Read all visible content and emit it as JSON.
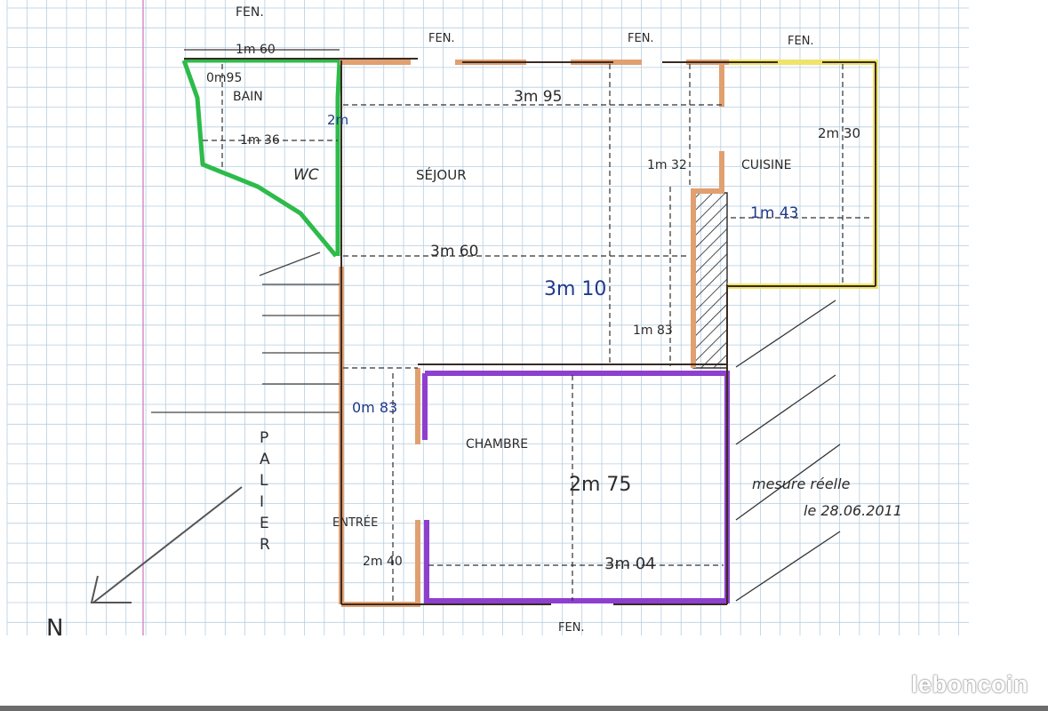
{
  "colors": {
    "paper": "#ffffff",
    "grid": "#b7cde0",
    "margin_line": "#d98cc8",
    "wall": "#3a2a22",
    "orange": "#e0a070",
    "green": "#2dbb4a",
    "yellow": "#efe46a",
    "purple": "#8e3fd0",
    "dimension": "#303030"
  },
  "labels": {
    "fen_top_left": "FEN.",
    "fen_top_1": "FEN.",
    "fen_top_2": "FEN.",
    "fen_top_3": "FEN.",
    "fen_bottom": "FEN.",
    "bain": "BAIN",
    "wc": "WC",
    "sejour": "SÉJOUR",
    "cuisine": "CUISINE",
    "chambre": "CHAMBRE",
    "entree": "ENTRÉE",
    "palier": [
      "P",
      "A",
      "L",
      "I",
      "E",
      "R"
    ],
    "north": "N",
    "note_line1": "mesure réelle",
    "note_line2": "le 28.06.2011"
  },
  "dimensions": {
    "bain_width": "1m 60",
    "bain_depth": "0m95",
    "bain_inner": "1m 36",
    "wc_height": "2m",
    "sejour_width": "3m 95",
    "sejour_depth": "3m 60",
    "sejour_total": "3m 10",
    "kitchen_depth": "2m 30",
    "kitchen_gap": "1m 32",
    "kitchen_width": "1m 43",
    "passage": "1m 83",
    "entree_width": "0m 83",
    "chambre_depth": "2m 75",
    "chambre_width": "3m 04",
    "entree_depth": "2m 40"
  },
  "watermark": "leboncoin",
  "icons": {
    "north_arrow": "north-arrow-icon"
  }
}
